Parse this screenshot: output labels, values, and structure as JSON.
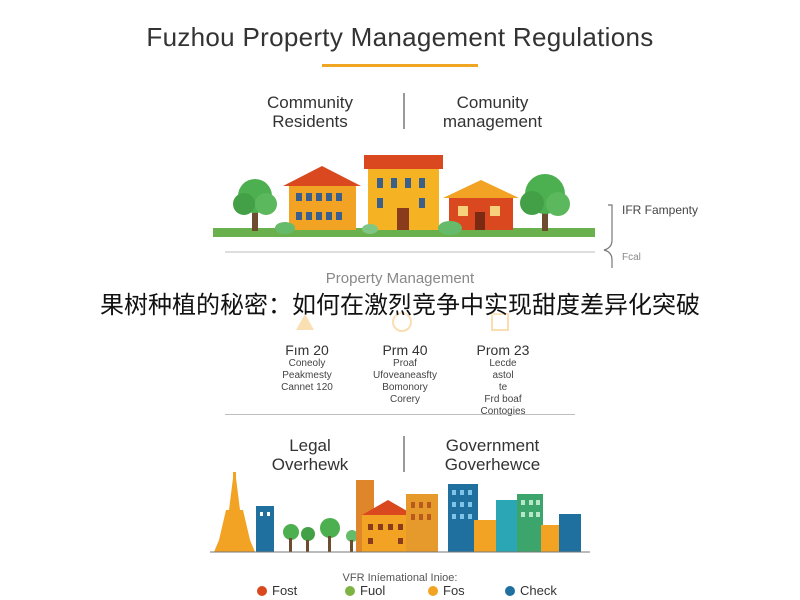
{
  "title": "Fuzhou Property Management Regulations",
  "top": {
    "left": "Community\nResidents",
    "right": "Comunity\nmanagement"
  },
  "bracket": {
    "label": "IFR Fampenty",
    "sublabel": "Fcal"
  },
  "pm_label": "Property Management",
  "banner": "果树种植的秘密：如何在激烈竞争中实现甜度差异化突破",
  "figures": [
    {
      "head": "Fım 20",
      "lines": [
        "Coneoly",
        "Peakmesty",
        "Cannet 120"
      ]
    },
    {
      "head": "Prm 40",
      "lines": [
        "Proaf",
        "Ufoveaneasfty",
        "Bomonory",
        "Corery"
      ]
    },
    {
      "head": "Prom 23",
      "lines": [
        "Lecde",
        "astol",
        "te",
        "Frd boaf",
        "Contogies"
      ]
    }
  ],
  "middle": {
    "left": "Legal\nOverhewk",
    "right": "Government\nGoverhewce"
  },
  "legend": {
    "title": "VFR Iníemational Inioe:",
    "items": [
      {
        "label": "Fost",
        "color": "#d9481f"
      },
      {
        "label": "Fuol",
        "color": "#7cb342"
      },
      {
        "label": "Fos",
        "color": "#f2a324"
      },
      {
        "label": "Check",
        "color": "#1f6f9f"
      }
    ]
  },
  "colors": {
    "accent": "#f0a623",
    "grass": "#6ab04c",
    "tree": "#4caf50"
  }
}
